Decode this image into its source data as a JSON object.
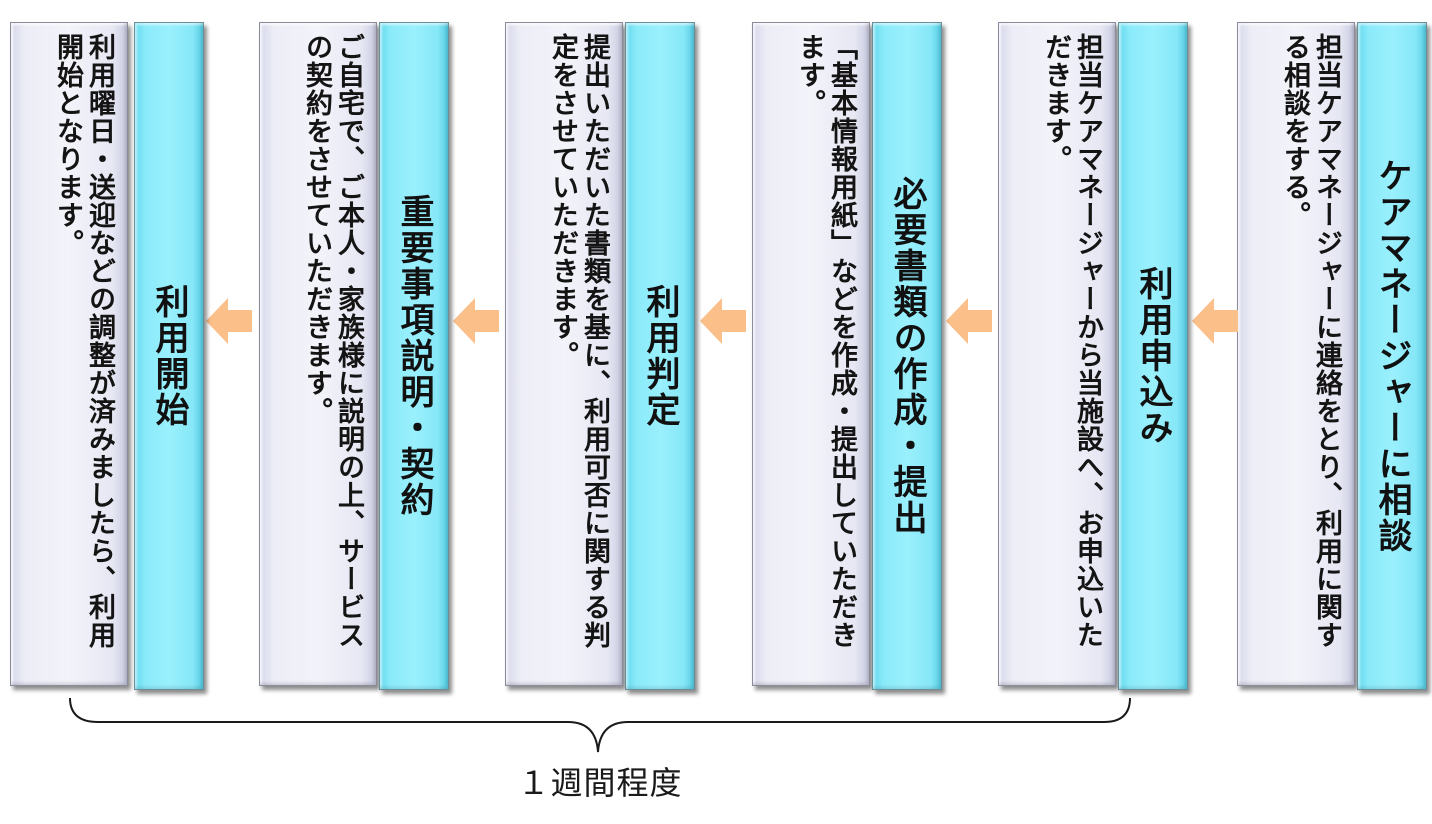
{
  "steps": [
    {
      "title": "ケアマネージャーに相談",
      "description": "担当ケアマネージャーに連絡をとり、利用に関する相談をする。"
    },
    {
      "title": "利用申込み",
      "description": "担当ケアマネージャーから当施設へ、お申込いただきます。"
    },
    {
      "title": "必要書類の作成・提出",
      "description": "「基本情報用紙」などを作成・提出していただきます。"
    },
    {
      "title": "利用判定",
      "description": "提出いただいた書類を基に、利用可否に関する判定をさせていただきます。"
    },
    {
      "title": "重要事項説明・契約",
      "description": "ご自宅で、ご本人・家族様に説明の上、サービスの契約をさせていただきます。"
    },
    {
      "title": "利用開始",
      "description": "利用曜日・送迎などの調整が済みましたら、利用開始となります。"
    }
  ],
  "duration_label": "１週間程度",
  "colors": {
    "title_bg": "#9af0fd",
    "desc_bg": "#f0f0f8",
    "arrow": "#fbbf8a"
  }
}
